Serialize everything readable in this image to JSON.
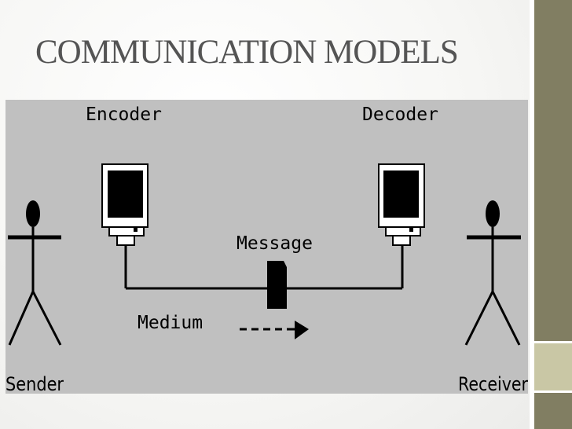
{
  "slide": {
    "title": "COMMUNICATION MODELS"
  },
  "diagram": {
    "labels": {
      "encoder": "Encoder",
      "decoder": "Decoder",
      "message": "Message",
      "medium": "Medium",
      "sender": "Sender",
      "receiver": "Receiver"
    },
    "icons": {
      "sender": "stick-figure-icon",
      "receiver": "stick-figure-icon",
      "encoder": "computer-monitor-icon",
      "decoder": "computer-monitor-icon",
      "message": "document-icon",
      "direction": "dashed-arrow-right-icon"
    },
    "colors": {
      "background": "#c0c0c0",
      "ink": "#000000"
    }
  },
  "theme": {
    "accent_bar": "#817e62",
    "accent_light": "#c9c7a5",
    "title_color": "#545454"
  }
}
